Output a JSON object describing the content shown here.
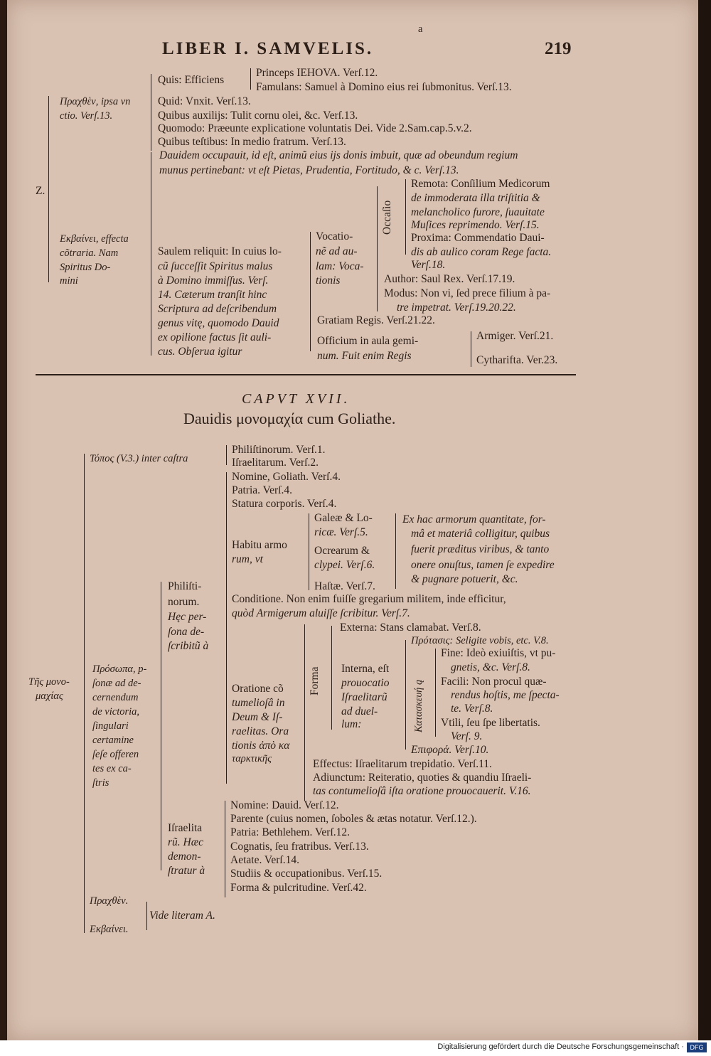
{
  "header": {
    "mark": "a",
    "running_title": "LIBER I. SAMVELIS.",
    "page_number": "219"
  },
  "top": {
    "z": "Z.",
    "pragthen_a": "Πραχθὲν, ipsa vn",
    "pragthen_b": "ctio. Verſ.13.",
    "quis": "Quis: Efficiens",
    "princeps": "Princeps IEHOVA. Verſ.12.",
    "famulans": "Famulans: Samuel à Domino eius rei ſubmonitus. Verſ.13.",
    "quid": "Quid: Vnxit. Verſ.13.",
    "quibus_aux": "Quibus auxilijs: Tulit cornu olei, &c. Verſ.13.",
    "quomodo": "Quomodo: Præeunte explicatione voluntatis Dei. Vide 2.Sam.cap.5.v.2.",
    "quibus_test": "Quibus teſtibus: In medio fratrum. Verſ.13.",
    "dauidem_1": "Dauidem occupauit, id eſt, animũ eius ijs donis imbuit, quæ ad obeundum regium",
    "dauidem_2": "munus pertinebant: vt eſt Pietas, Prudentia, Fortitudo, & c. Verſ.13.",
    "exsaita_1": "Εκβαίνει, effecta",
    "exsaita_2": "cõtraria. Nam",
    "exsaita_3": "Spiritus Do-",
    "exsaita_4": "mini",
    "saulem_1": "Saulem reliquit: In cuius lo-",
    "saulem_2": "cũ ſucceſſit Spiritus malus",
    "saulem_3": "à Domino immiſſus. Verſ.",
    "saulem_4": "14. Cæterum tranſit hinc",
    "saulem_5": "Scriptura ad deſcribendum",
    "saulem_6": "genus vitę, quomodo Dauid",
    "saulem_7": "ex opilione factus ſit auli-",
    "saulem_8": "cus. Obſerua igitur",
    "vocatio_1": "Vocatio-",
    "vocatio_2": "nẽ ad au-",
    "vocatio_3": "lam: Voca-",
    "vocatio_4": "tionis",
    "occasio": "Occaſio",
    "remota_1": "Remota: Conſilium Medicorum",
    "remota_2": "de immoderata illa triſtitia &",
    "remota_3": "melancholico furore, ſuauitate",
    "remota_4": "Muſices reprimendo. Verſ.15.",
    "proxima_1": "Proxima: Commendatio Daui-",
    "proxima_2": "dis ab aulico coram Rege facta.",
    "proxima_3": "Verſ.18.",
    "author": "Author: Saul Rex. Verſ.17.19.",
    "modus_1": "Modus: Non vi, ſed prece filium à pa-",
    "modus_2": "tre impetrat. Verſ.19.20.22.",
    "gratiam": "Gratiam Regis. Verſ.21.22.",
    "officium_1": "Officium in aula gemi-",
    "officium_2": "num. Fuit enim Regis",
    "armiger": "Armiger. Verſ.21.",
    "cytharista": "Cytharifta. Ver.23."
  },
  "chapter": {
    "caput": "CAPVT XVII.",
    "title": "Dauidis μονομαχία cum Goliathe."
  },
  "bottom": {
    "tes_1": "Τῆς μονο-",
    "tes_2": "μαχίας",
    "topos": "Τόπος (V.3.) inter caſtra",
    "philist_pl": "Philiſtinorum. Verſ.1.",
    "israel_pl": "Iſraelitarum. Verſ.2.",
    "prosopa_1": "Πρόσωπα, p-",
    "prosopa_2": "ſonæ ad de-",
    "prosopa_3": "cernendum",
    "prosopa_4": "de victoria,",
    "prosopa_5": "ſingulari",
    "prosopa_6": "certamine",
    "prosopa_7": "ſeſe offeren",
    "prosopa_8": "tes ex ca-",
    "prosopa_9": "ſtris",
    "philist_1": "Philiſti-",
    "philist_2": "norum.",
    "philist_3": "Hęc per-",
    "philist_4": "ſona de-",
    "philist_5": "ſcribitũ à",
    "nomine_g": "Nomine, Goliath. Verſ.4.",
    "patria_g": "Patria. Verſ.4.",
    "statura": "Statura corporis. Verſ.4.",
    "habitu_1": "Habitu armo",
    "habitu_2": "rum, vt",
    "galeae_1": "Galeæ & Lo-",
    "galeae_2": "ricæ. Verſ.5.",
    "ocrearum_1": "Ocrearum &",
    "ocrearum_2": "clypei. Verſ.6.",
    "hastae": "Haſtæ. Verſ.7.",
    "ex_1": "Ex hac armorum quantitate, for-",
    "ex_2": "mâ et materiâ colligitur, quibus",
    "ex_3": "fuerit præditus viribus, & tanto",
    "ex_4": "onere onuſtus, tamen ſe expedire",
    "ex_5": "& pugnare potuerit, &c.",
    "conditione_1": "Conditione. Non enim fuiſſe gregarium militem, inde efficitur,",
    "conditione_2": "quòd Armigerum aluiſſe ſcribitur. Verſ.7.",
    "externa": "Externa: Stans clamabat. Verſ.8.",
    "forma": "Forma",
    "oratione_1": "Oratione cõ",
    "oratione_2": "tumelioſâ in",
    "oratione_3": "Deum & Iſ-",
    "oratione_4": "raelitas. Ora",
    "oratione_5": "tionis ἀπὸ κα",
    "oratione_6": "ταρκτικῆς",
    "interna_1": "Interna, eſt",
    "interna_2": "prouocatio",
    "interna_3": "Iſraelitarũ",
    "interna_4": "ad duel-",
    "interna_5": "lum:",
    "kataskeue": "Κατασκευή ą",
    "protasis": "Πρότασις: Seligite vobis, etc. V.8.",
    "fine_1": "Fine: Ideò exiuiſtis, vt pu-",
    "fine_2": "gnetis, &c. Verſ.8.",
    "facili_1": "Facili: Non procul quæ-",
    "facili_2": "rendus hoſtis, me ſpecta-",
    "facili_3": "te. Verſ.8.",
    "vtili_1": "Vtili, ſeu ſpe libertatis.",
    "vtili_2": "Verſ. 9.",
    "epiphora": "Επιφορά. Verſ.10.",
    "effectus": "Effectus: Iſraelitarum trepidatio. Verſ.11.",
    "adiunctum_1": "Adiunctum: Reiteratio, quoties & quandiu Iſraeli-",
    "adiunctum_2": "tas contumelioſâ iſta oratione prouocauerit. V.16.",
    "israelita_1": "Iſraelita",
    "israelita_2": "rũ. Hæc",
    "israelita_3": "demon-",
    "israelita_4": "ſtratur à",
    "nomine_d": "Nomine: Dauid. Verſ.12.",
    "parente": "Parente (cuius nomen, ſoboles & ætas notatur. Verſ.12.).",
    "patria_d": "Patria: Bethlehem. Verſ.12.",
    "cognatis": "Cognatis, ſeu fratribus. Verſ.13.",
    "aetate": "Aetate. Verſ.14.",
    "studiis": "Studiis & occupationibus. Verſ.15.",
    "forma_d": "Forma & pulcritudine. Verſ.42.",
    "prachthen": "Πραχθὲν.",
    "vide": "Vide literam A.",
    "exbainta": "Εκβαίνει."
  },
  "footer": {
    "credit": "Digitalisierung gefördert durch die Deutsche Forschungsgemeinschaft ·",
    "logo": "DFG"
  }
}
